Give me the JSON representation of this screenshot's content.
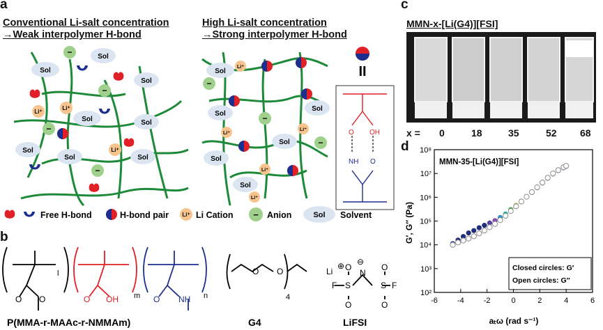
{
  "panel_a": {
    "letter": "a",
    "left_heading_1": "Conventional Li-salt concentration",
    "left_heading_2": "→Weak interpolymer H-bond",
    "right_heading_1": "High Li-salt concentration",
    "right_heading_2": "→Strong interpolymer H-bond",
    "sol": "Sol",
    "li": "Li⁺",
    "minus": "−",
    "equals_sign": "II",
    "legend": {
      "free_hbond": "Free H-bond",
      "hbond_pair": "H-bond pair",
      "li_cation": "Li Cation",
      "anion": "Anion",
      "solvent": "Solvent"
    }
  },
  "panel_b": {
    "letter": "b",
    "subscript_l": "l",
    "subscript_m": "m",
    "subscript_n": "n",
    "subscript_4": "4",
    "polymer_name": "P(MMA-r-MAAc-r-NMMAm)",
    "g4_name": "G4",
    "lifsi_name": "LiFSI",
    "atoms": {
      "O": "O",
      "OH": "OH",
      "NH": "NH",
      "S": "S",
      "N": "N",
      "F": "F",
      "Li": "Li"
    },
    "plus": "⊕",
    "minus_circle": "⊖"
  },
  "panel_c": {
    "letter": "c",
    "title": "MMN-x-[Li(G4)][FSI]",
    "x_label": "x =",
    "x_values": [
      "0",
      "18",
      "35",
      "52",
      "68"
    ]
  },
  "panel_d": {
    "letter": "d",
    "inset_title": "MMN-35-[Li(G4)][FSI]",
    "note_closed": "Closed circles: G′",
    "note_open": "Open circles:    G″",
    "colors": {
      "closed_dark": "#1f2f7a",
      "open": "#8a8a8a"
    }
  },
  "chart_data": {
    "type": "scatter",
    "title": "MMN-35-[Li(G4)][FSI]",
    "xlabel": "aₜω (rad s⁻¹)",
    "ylabel": "G′, G″ (Pa)",
    "xlim": [
      -6,
      6
    ],
    "ylim": [
      2,
      8
    ],
    "y_scale": "log",
    "x_ticks": [
      "-6",
      "-4",
      "-2",
      "0",
      "2",
      "4",
      "6"
    ],
    "y_ticks": [
      "10²",
      "10³",
      "10⁴",
      "10⁵",
      "10⁶",
      "10⁷",
      "10⁸"
    ],
    "legend_position": "bottom-right",
    "series": [
      {
        "name": "G′",
        "marker": "closed",
        "x": [
          -4.6,
          -4.2,
          -3.8,
          -3.4,
          -3.0,
          -2.6,
          -2.2,
          -1.8,
          -1.4,
          -1.0,
          -0.6,
          -0.2,
          0.2,
          0.6,
          1.0,
          1.4,
          1.8,
          2.2,
          2.6,
          3.0,
          3.4,
          3.8,
          4.0
        ],
        "y": [
          4.05,
          4.2,
          4.35,
          4.5,
          4.6,
          4.72,
          4.82,
          4.92,
          5.02,
          5.15,
          5.3,
          5.48,
          5.66,
          5.84,
          6.02,
          6.2,
          6.4,
          6.6,
          6.8,
          6.98,
          7.12,
          7.24,
          7.3
        ]
      },
      {
        "name": "G″",
        "marker": "open",
        "x": [
          -4.6,
          -4.2,
          -3.8,
          -3.4,
          -3.0,
          -2.6,
          -2.2,
          -1.8,
          -1.4,
          -1.0,
          -0.6,
          -0.2,
          0.2,
          0.6,
          1.0,
          1.4,
          1.8,
          2.2,
          2.6,
          3.0,
          3.4,
          3.8,
          4.0
        ],
        "y": [
          4.0,
          4.1,
          4.18,
          4.26,
          4.36,
          4.48,
          4.6,
          4.74,
          4.88,
          5.04,
          5.22,
          5.42,
          5.62,
          5.82,
          6.02,
          6.22,
          6.42,
          6.62,
          6.82,
          7.0,
          7.14,
          7.26,
          7.32
        ]
      }
    ]
  }
}
